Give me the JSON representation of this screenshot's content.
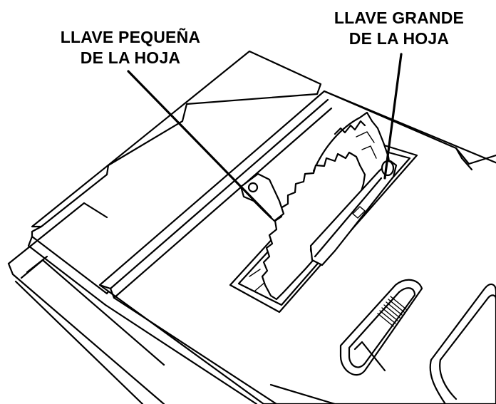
{
  "callouts": [
    {
      "line1": "LLAVE PEQUEÑA",
      "line2": "DE LA HOJA"
    },
    {
      "line1": "LLAVE GRANDE",
      "line2": "DE LA HOJA"
    }
  ]
}
